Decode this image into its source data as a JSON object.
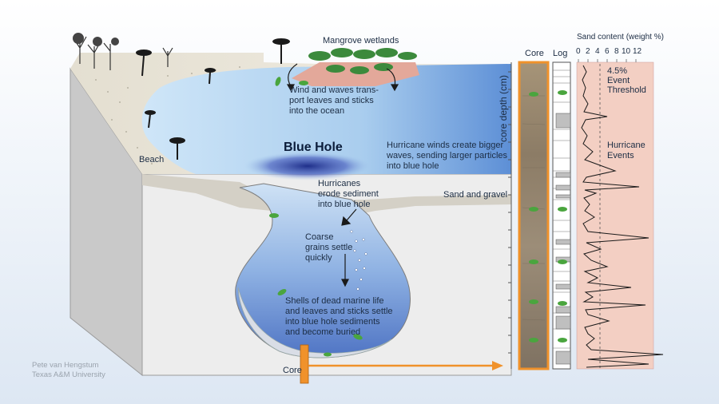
{
  "labels": {
    "mangrove": "Mangrove wetlands",
    "wind_waves": [
      "Wind and waves trans-",
      "port leaves and sticks",
      "into the ocean"
    ],
    "blue_hole": "Blue Hole",
    "hurricane_winds": [
      "Hurricane winds create bigger",
      "waves, sending larger particles",
      "into blue hole"
    ],
    "beach": "Beach",
    "hurricanes_erode": [
      "Hurricanes",
      "erode sediment",
      "into blue hole"
    ],
    "sand_gravel": "Sand and gravel",
    "coarse": [
      "Coarse",
      "grains settle",
      "quickly"
    ],
    "shells": [
      "Shells of dead marine life",
      "and leaves and sticks settle",
      "into blue hole sediments",
      "and become buried"
    ],
    "core": "Core"
  },
  "core_panel": {
    "core_title": "Core",
    "log_title": "Log",
    "depth_label": "core depth (cm)",
    "sand_title": "Sand content (weight %)",
    "sand_ticks": [
      "0",
      "2",
      "4",
      "6",
      "8",
      "10",
      "12"
    ],
    "threshold": [
      "4.5%",
      "Event",
      "Threshold"
    ],
    "events": [
      "Hurricane",
      "Events"
    ]
  },
  "credit": [
    "Pete van Hengstum",
    "Texas A&M University"
  ],
  "colors": {
    "water": "#b9d7f0",
    "deep_water": "#3d63b0",
    "beach": "#e9e4d8",
    "block_front": "#ececec",
    "block_side": "#cfcfcf",
    "core_frame": "#f0922b",
    "sand_panel": "#f3cfc3",
    "leaf": "#4aa53e"
  }
}
